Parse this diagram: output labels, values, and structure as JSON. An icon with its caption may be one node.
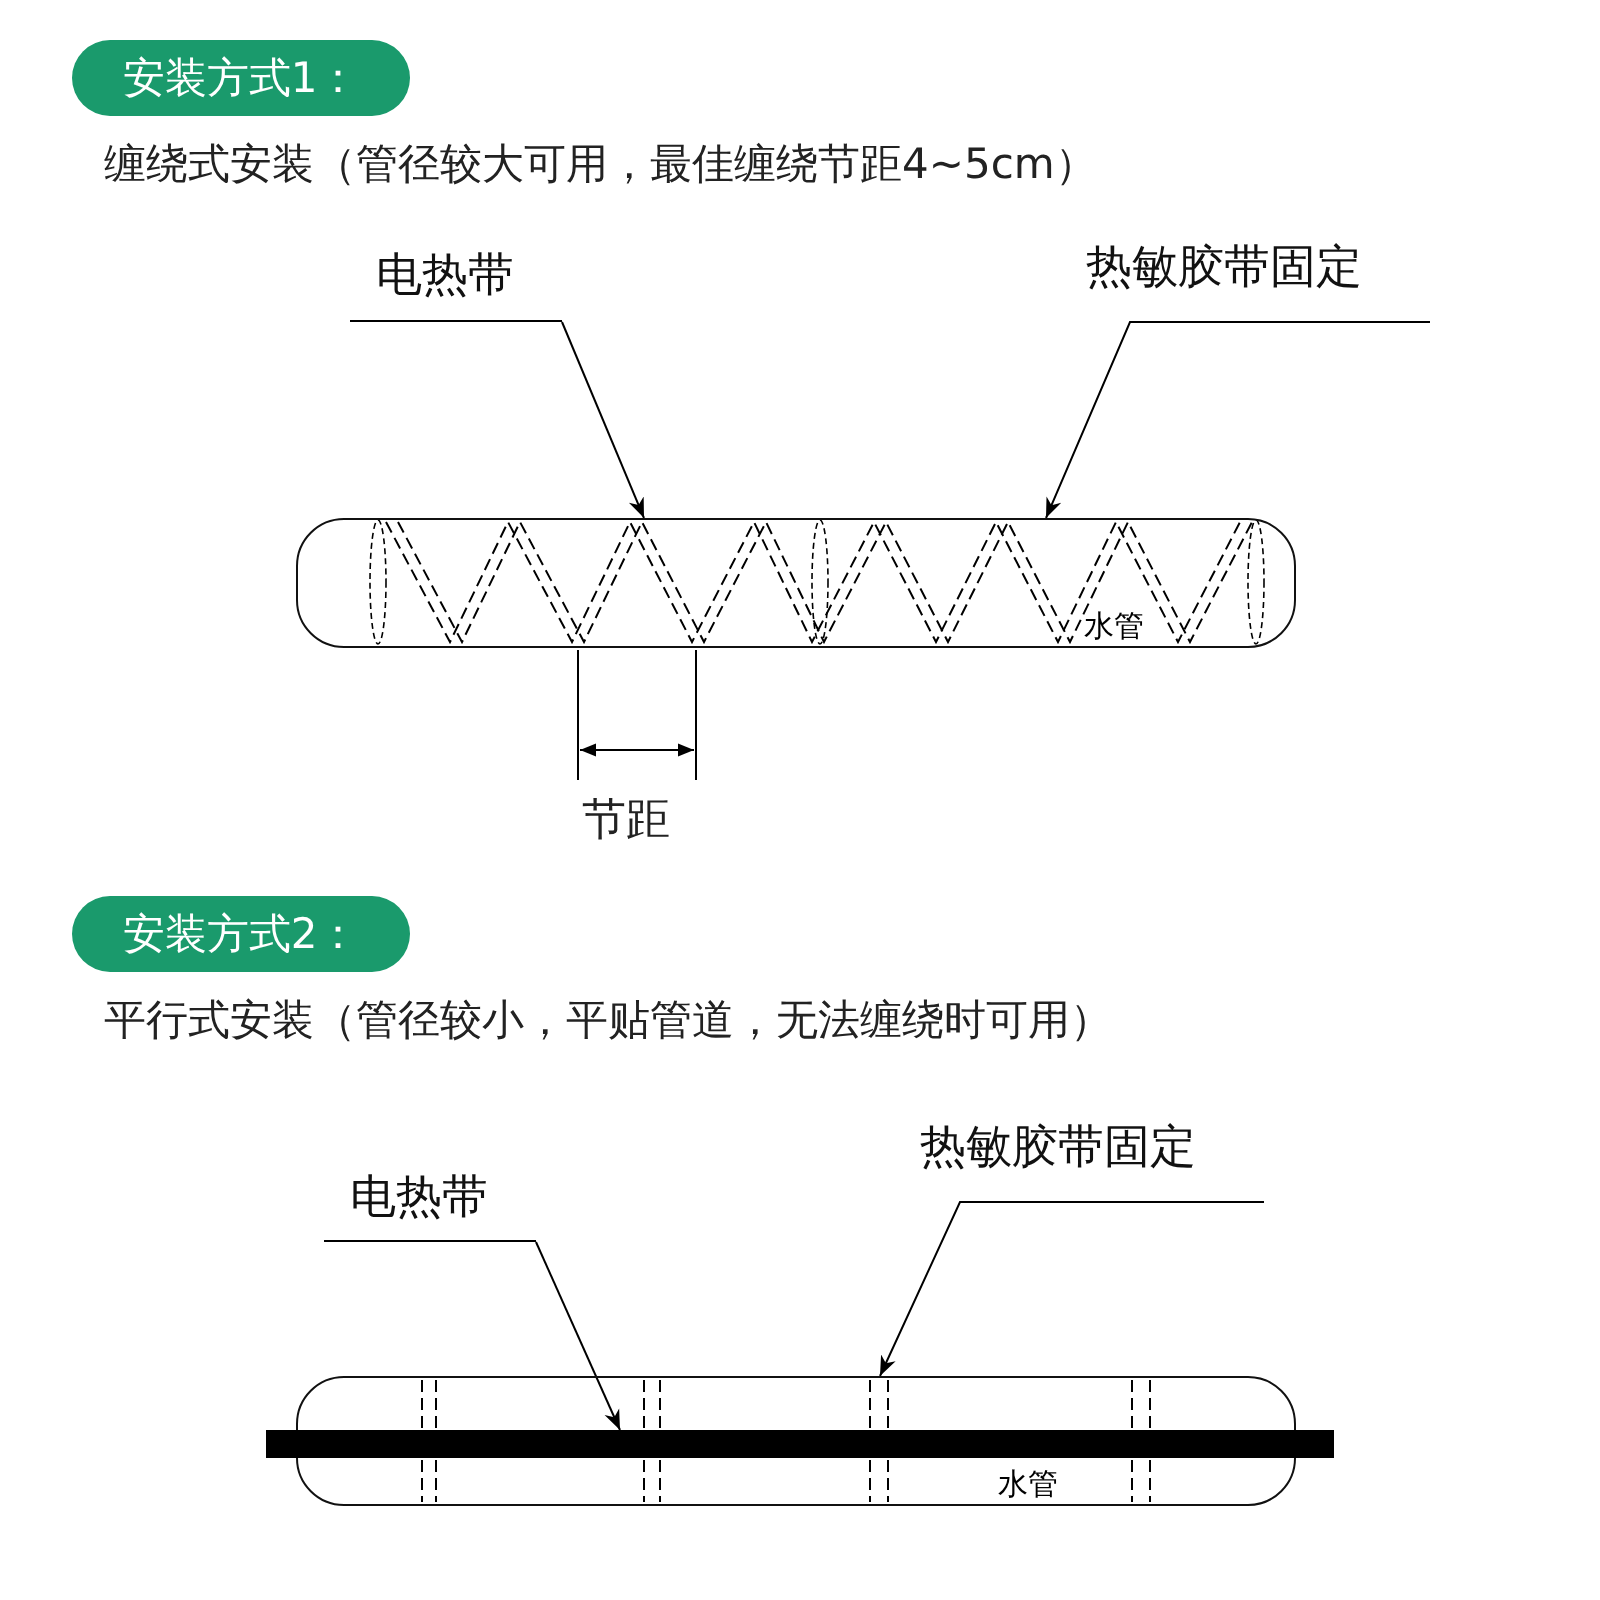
{
  "diagram": {
    "nodes": [
      {
        "text": [
          "安装方式1："
        ]
      },
      {
        "text": [
          "电热带"
        ]
      },
      {
        "text": [
          "热敏胶带固定"
        ]
      },
      {
        "text": [
          "水管"
        ]
      },
      {
        "text": [
          "安装方式2："
        ]
      },
      {
        "text": [
          "热敏胶带固定"
        ]
      },
      {
        "text": [
          "电热带"
        ]
      },
      {
        "text": [
          "水管"
        ]
      },
      {
        "text": [],
        "shape": "bar"
      }
    ],
    "edges": [
      {
        "from": 1,
        "to": 3,
        "arrow": "to"
      },
      {
        "from": 2,
        "to": 3,
        "arrow": "to"
      },
      {
        "from": 5,
        "to": 7,
        "arrow": "to"
      },
      {
        "from": 6,
        "to": 8,
        "arrow": "to"
      }
    ],
    "labels": [
      "缠绕式安装（管径较大可用，最佳缠绕节距4~5cm）",
      "节距",
      "平行式安装（管径较小，平贴管道，无法缠绕时可用）"
    ]
  }
}
